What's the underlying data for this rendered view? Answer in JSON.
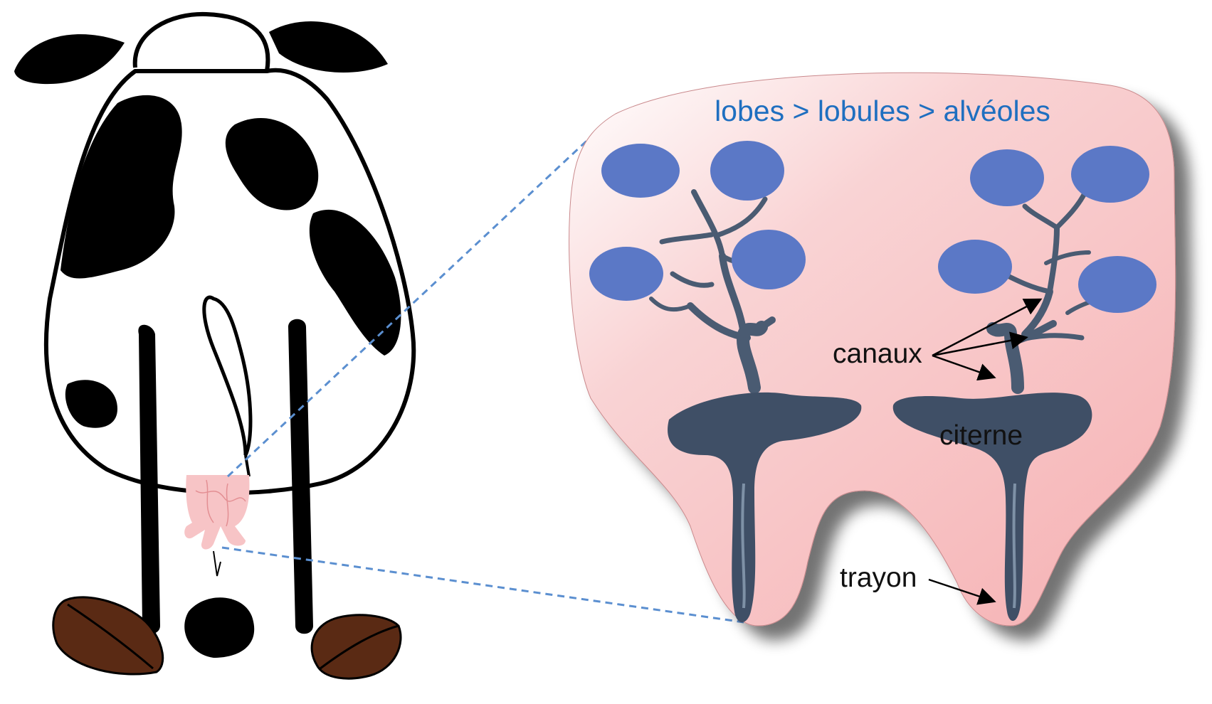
{
  "diagram": {
    "title": "lobes > lobules > alvéoles",
    "labels": {
      "canals": "canaux",
      "cistern": "citerne",
      "teat": "trayon"
    }
  },
  "colors": {
    "title": "#1f6fc0",
    "udder_fill": "#f5b8ba",
    "lobes": "#5b78c6",
    "ducts": "#3f4f66",
    "zoom_lines": "#5b8fd0",
    "cow_spots": "#000000",
    "hooves": "#5a2a14"
  }
}
